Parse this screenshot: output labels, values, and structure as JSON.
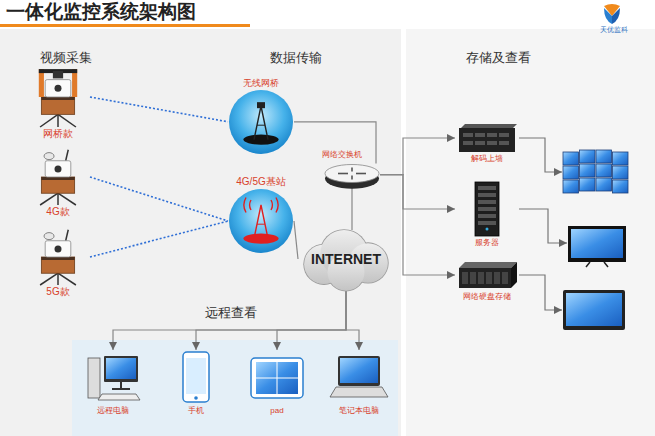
{
  "diagram": {
    "title": "一体化监控系统架构图",
    "nodes": [
      {
        "text": [
          "网桥款"
        ]
      },
      {
        "text": [
          "4G款"
        ]
      },
      {
        "text": [
          "5G款"
        ]
      },
      {
        "text": [
          "无线网桥"
        ]
      },
      {
        "text": [
          "4G/5G基站"
        ]
      },
      {
        "text": [
          "网络交换机"
        ]
      },
      {
        "text": [
          "INTERNET"
        ]
      },
      {
        "text": [
          "解码上墙"
        ]
      },
      {
        "text": [
          "服务器"
        ]
      },
      {
        "text": [
          "网络硬盘存储"
        ]
      },
      {
        "text": [
          "远程电脑"
        ]
      },
      {
        "text": [
          "手机"
        ]
      },
      {
        "text": [
          "pad"
        ]
      },
      {
        "text": [
          "笔记本电脑"
        ]
      }
    ],
    "edges": [
      {
        "from": 0,
        "to": 3,
        "arrow": "none"
      },
      {
        "from": 1,
        "to": 4,
        "arrow": "none"
      },
      {
        "from": 2,
        "to": 4,
        "arrow": "none"
      },
      {
        "from": 3,
        "to": 5,
        "arrow": "none"
      },
      {
        "from": 4,
        "to": 6,
        "arrow": "none"
      },
      {
        "from": 5,
        "to": 6,
        "arrow": "none"
      },
      {
        "from": 5,
        "to": 7,
        "arrow": "to"
      },
      {
        "from": 5,
        "to": 8,
        "arrow": "to"
      },
      {
        "from": 5,
        "to": 9,
        "arrow": "to"
      },
      {
        "from": 6,
        "to": 10,
        "arrow": "to"
      },
      {
        "from": 6,
        "to": 11,
        "arrow": "to"
      },
      {
        "from": 6,
        "to": 12,
        "arrow": "to"
      },
      {
        "from": 6,
        "to": 13,
        "arrow": "to"
      }
    ],
    "labels": [
      "天优监科",
      "视频采集",
      "数据传输",
      "存储及查看",
      "远程查看"
    ]
  }
}
